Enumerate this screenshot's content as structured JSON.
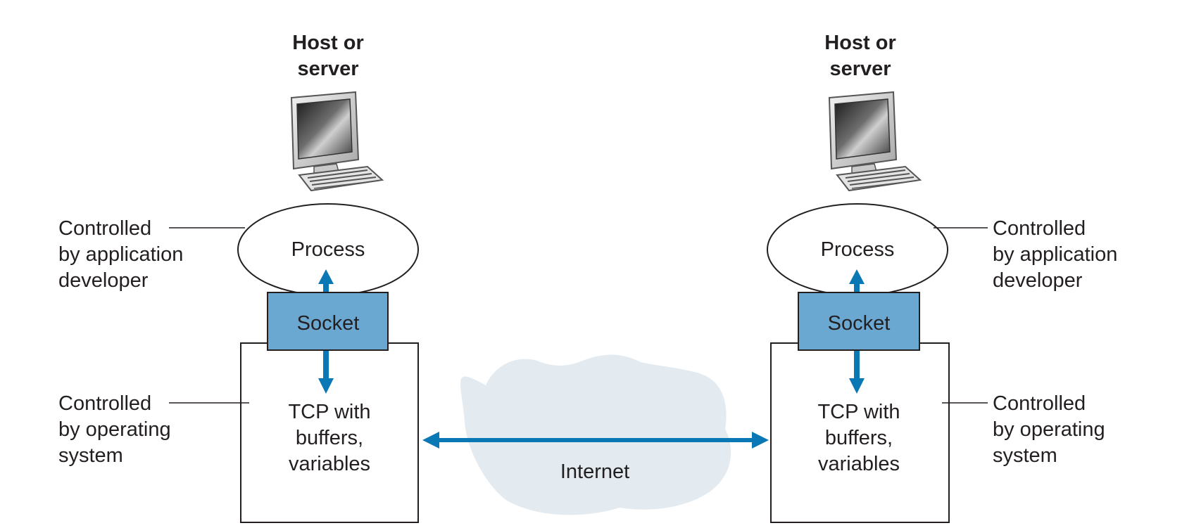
{
  "colors": {
    "socket_fill": "#6aa8d2",
    "arrow": "#0a78b4",
    "cloud": "#e3ebf1",
    "stroke": "#231f20"
  },
  "left_host": {
    "title_line1": "Host or",
    "title_line2": "server",
    "icon": "desktop-computer-icon",
    "process_label": "Process",
    "socket_label": "Socket",
    "tcp_line1": "TCP with",
    "tcp_line2": "buffers,",
    "tcp_line3": "variables",
    "app_note_line1": "Controlled",
    "app_note_line2": "by application",
    "app_note_line3": "developer",
    "os_note_line1": "Controlled",
    "os_note_line2": "by operating",
    "os_note_line3": "system"
  },
  "right_host": {
    "title_line1": "Host or",
    "title_line2": "server",
    "icon": "desktop-computer-icon",
    "process_label": "Process",
    "socket_label": "Socket",
    "tcp_line1": "TCP with",
    "tcp_line2": "buffers,",
    "tcp_line3": "variables",
    "app_note_line1": "Controlled",
    "app_note_line2": "by application",
    "app_note_line3": "developer",
    "os_note_line1": "Controlled",
    "os_note_line2": "by operating",
    "os_note_line3": "system"
  },
  "network": {
    "label": "Internet"
  }
}
